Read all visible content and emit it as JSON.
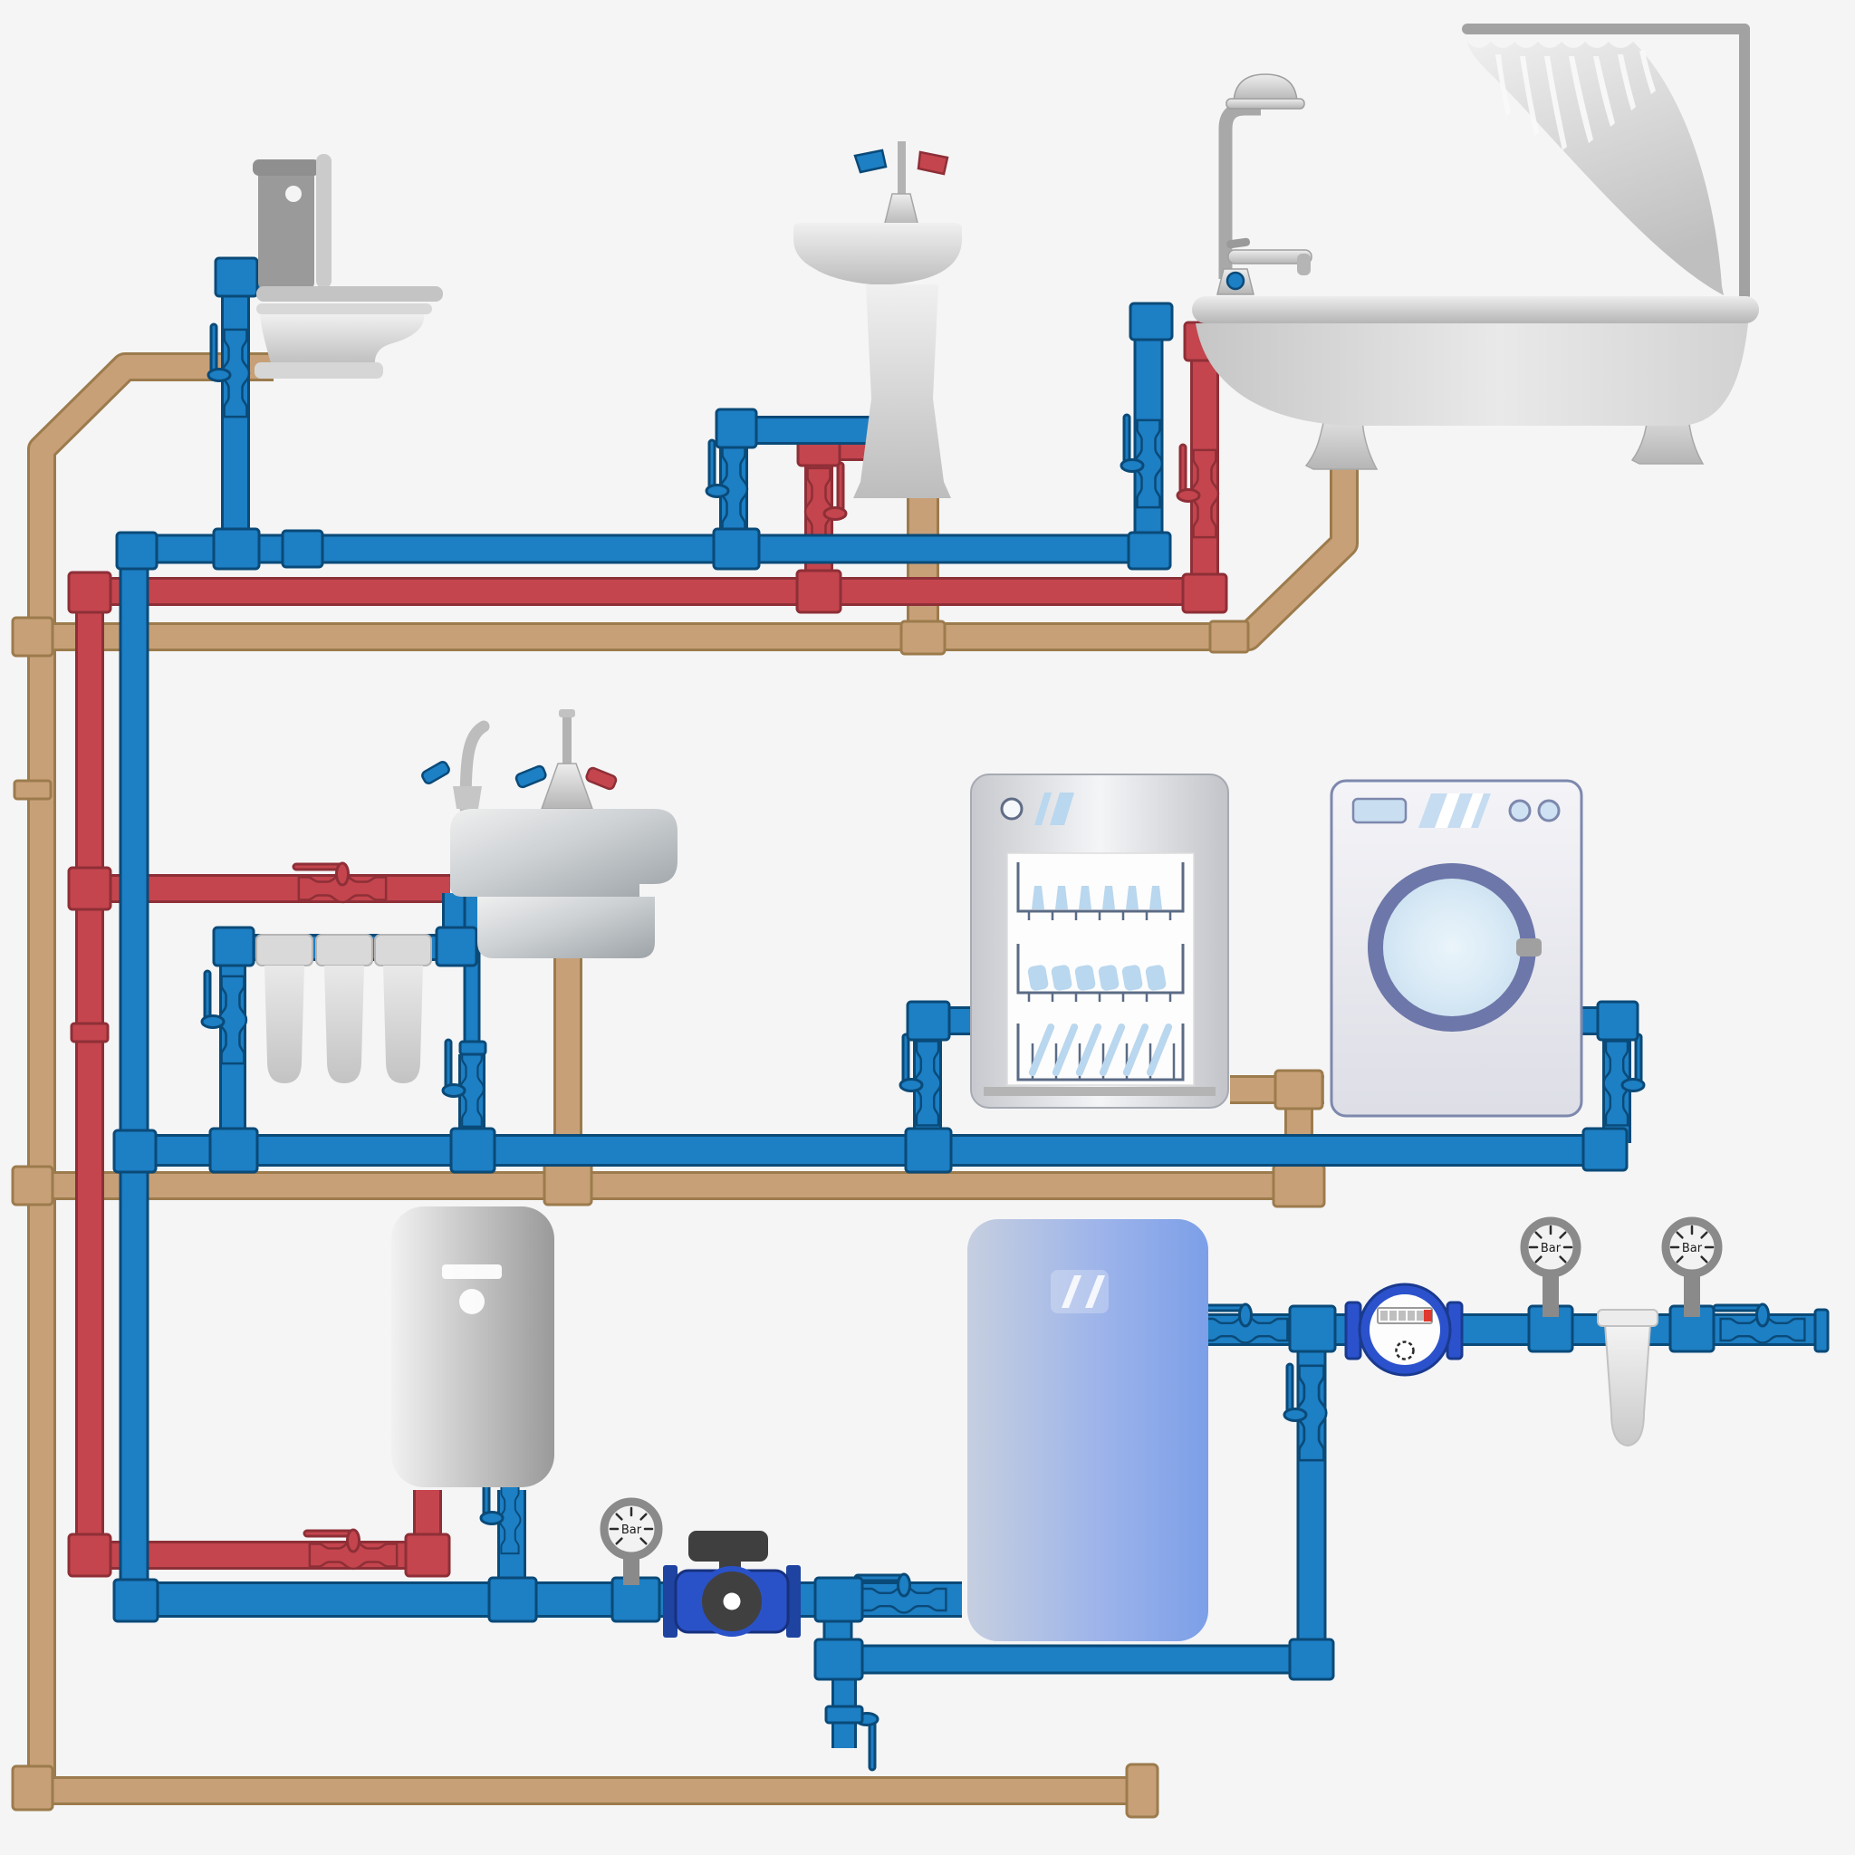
{
  "diagram": {
    "type": "residential-plumbing-system-schematic",
    "background": "#f5f5f6",
    "pipes": {
      "cold_water": {
        "color": "#1d7fc4",
        "outline": "#0a4a78"
      },
      "hot_water": {
        "color": "#c4454e",
        "outline": "#8e2f37"
      },
      "drain": {
        "color": "#c7a078",
        "outline": "#9c7b4c"
      }
    },
    "gauges": [
      {
        "id": "pump-pressure-gauge",
        "label": "Bar"
      },
      {
        "id": "inlet-pressure-gauge-1",
        "label": "Bar"
      },
      {
        "id": "inlet-pressure-gauge-2",
        "label": "Bar"
      }
    ],
    "fixtures": [
      "toilet",
      "pedestal-sink",
      "bathtub",
      "shower-head",
      "shower-curtain",
      "kitchen-sink",
      "drinking-water-faucet",
      "filter-cartridges",
      "dishwasher",
      "washing-machine",
      "water-heater",
      "water-storage-tank",
      "circulation-pump",
      "water-meter",
      "inline-funnel-filter"
    ],
    "meter": {
      "digit_cells": 5,
      "red_cells": 1
    },
    "accents": {
      "pump_blue": "#2a52c8",
      "meter_blue": "#2b52cc",
      "appliance_outline": "#7d88ad",
      "item_blue": "#b9d7ee",
      "metal_light": "#f0f0f0",
      "metal_dark": "#9e9e9e"
    }
  }
}
